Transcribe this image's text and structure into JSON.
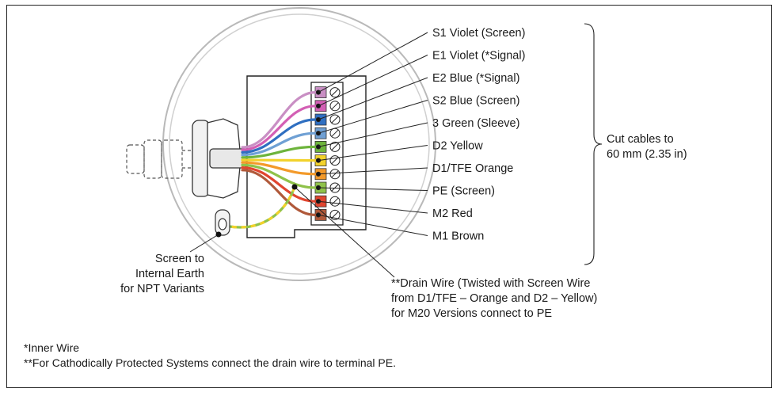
{
  "wire_labels": [
    {
      "id": "s1",
      "text": "S1 Violet (Screen)",
      "color": "#c98fc4"
    },
    {
      "id": "e1",
      "text": "E1 Violet (*Signal)",
      "color": "#d35fb4"
    },
    {
      "id": "e2",
      "text": "E2 Blue (*Signal)",
      "color": "#2f6fc1"
    },
    {
      "id": "s2",
      "text": "S2 Blue (Screen)",
      "color": "#6fa0d4"
    },
    {
      "id": "g3",
      "text": "3 Green (Sleeve)",
      "color": "#6db43c"
    },
    {
      "id": "d2",
      "text": "D2 Yellow",
      "color": "#f2d22c"
    },
    {
      "id": "d1",
      "text": "D1/TFE Orange",
      "color": "#f39a2a"
    },
    {
      "id": "pe",
      "text": "PE (Screen)",
      "color": "#8fc24a"
    },
    {
      "id": "m2",
      "text": "M2 Red",
      "color": "#e0452f"
    },
    {
      "id": "m1",
      "text": "M1 Brown",
      "color": "#b0593a"
    }
  ],
  "cut_note": [
    "Cut cables to",
    "60 mm (2.35 in)"
  ],
  "screen_note": [
    "Screen to",
    "Internal Earth",
    "for NPT Variants"
  ],
  "drain_note": [
    "**Drain Wire (Twisted with Screen Wire",
    "from D1/TFE – Orange and D2 – Yellow)",
    "for M20 Versions connect to PE"
  ],
  "footnotes": [
    "*Inner Wire",
    "**For Cathodically Protected Systems connect the drain wire to terminal PE."
  ]
}
